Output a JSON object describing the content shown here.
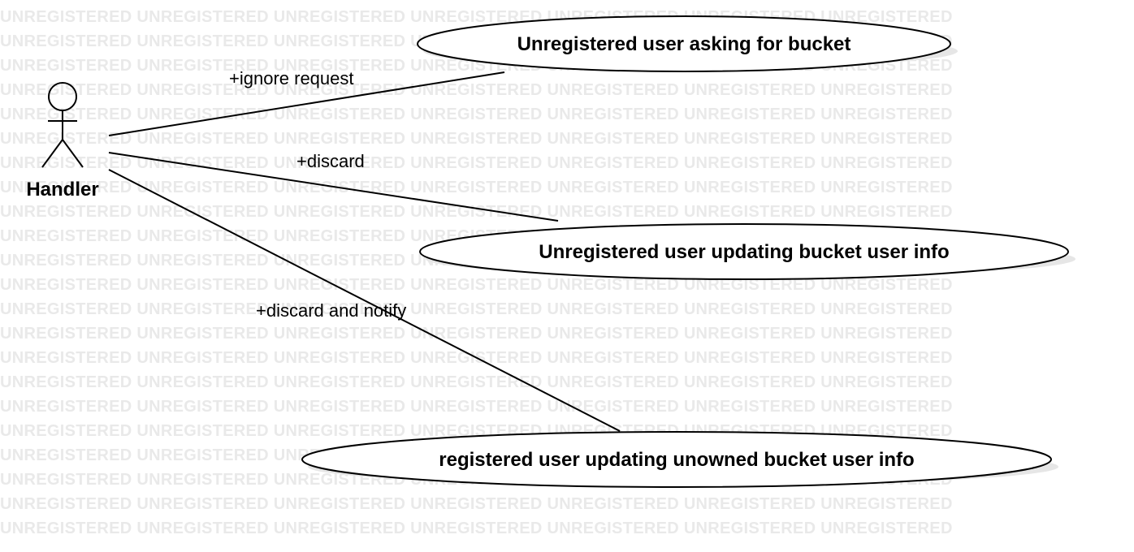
{
  "watermark": {
    "text": "UNREGISTERED"
  },
  "actor": {
    "name": "Handler"
  },
  "use_cases": [
    {
      "label": "Unregistered user asking for bucket"
    },
    {
      "label": "Unregistered user updating bucket user info"
    },
    {
      "label": "registered user updating unowned bucket user info"
    }
  ],
  "associations": [
    {
      "label": "+ignore request"
    },
    {
      "label": "+discard"
    },
    {
      "label": "+discard and notify"
    }
  ],
  "colors": {
    "stroke": "#000000",
    "shadow": "#e6e6e6",
    "watermark": "#e9e9e9"
  }
}
